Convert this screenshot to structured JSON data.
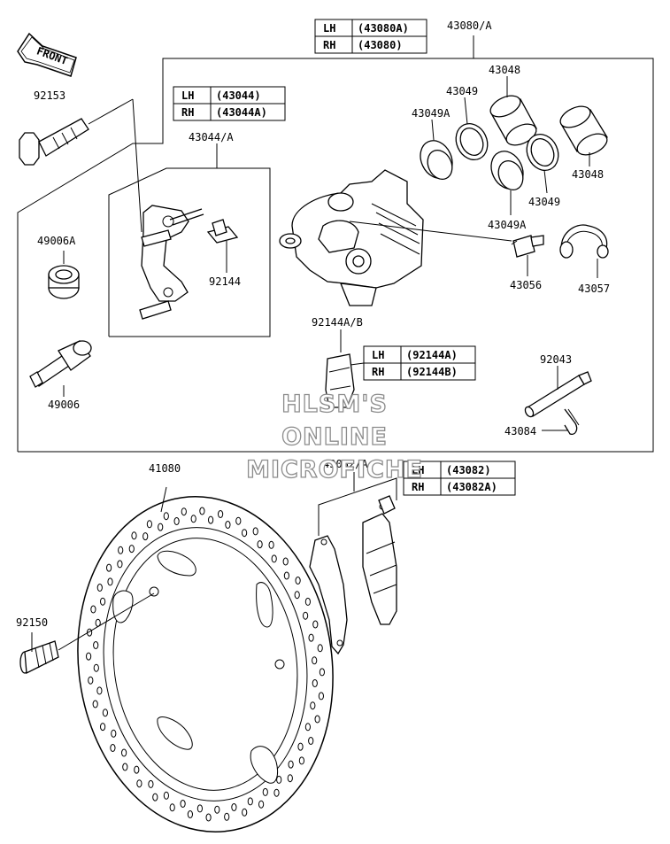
{
  "diagram": {
    "front_arrow": "FRONT",
    "parts": {
      "bolt_92153": "92153",
      "bracket_43044A": "43044/A",
      "caliper_43080A": "43080/A",
      "piston_43048_top": "43048",
      "seal_43049_top": "43049",
      "seal_43049A_top": "43049A",
      "piston_43048_right": "43048",
      "seal_43049_right": "43049",
      "seal_43049A_right": "43049A",
      "boot_49006A": "49006A",
      "pin_49006": "49006",
      "spring_92144": "92144",
      "bleeder_43056": "43056",
      "cap_43057": "43057",
      "spring_92144AB": "92144A/B",
      "pin_92043": "92043",
      "clip_43084": "43084",
      "disc_41080": "41080",
      "pads_43082A": "43082/A",
      "bolt_92150": "92150"
    },
    "tables": {
      "caliper": {
        "rows": [
          {
            "side": "LH",
            "code": "(43080A)"
          },
          {
            "side": "RH",
            "code": "(43080)"
          }
        ]
      },
      "bracket": {
        "rows": [
          {
            "side": "LH",
            "code": "(43044)"
          },
          {
            "side": "RH",
            "code": "(43044A)"
          }
        ]
      },
      "spring": {
        "rows": [
          {
            "side": "LH",
            "code": "(92144A)"
          },
          {
            "side": "RH",
            "code": "(92144B)"
          }
        ]
      },
      "pads": {
        "rows": [
          {
            "side": "LH",
            "code": "(43082)"
          },
          {
            "side": "RH",
            "code": "(43082A)"
          }
        ]
      }
    },
    "watermark": [
      "HLSM'S",
      "ONLINE",
      "MICROFICHE"
    ]
  }
}
